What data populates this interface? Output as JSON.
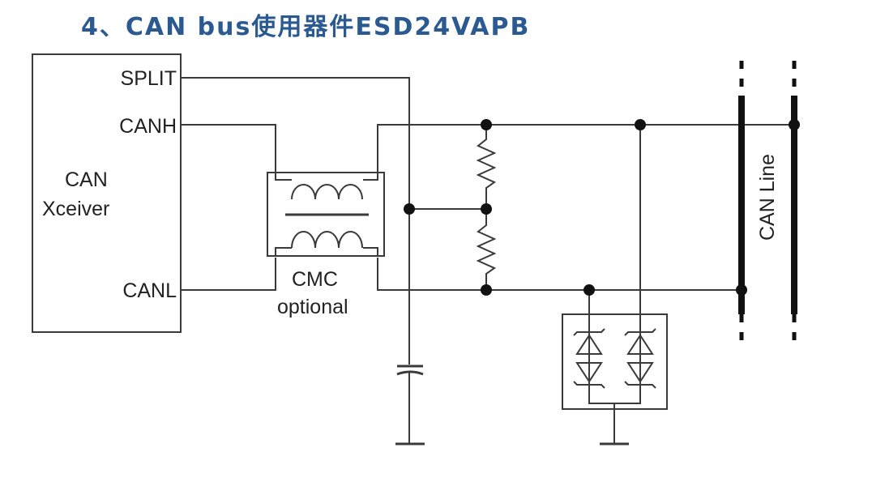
{
  "title": "4、CAN bus使用器件ESD24VAPB",
  "transceiver": {
    "name_line1": "CAN",
    "name_line2": "Xceiver",
    "pins": {
      "split": "SPLIT",
      "canh": "CANH",
      "canl": "CANL"
    }
  },
  "cmc": {
    "label_line1": "CMC",
    "label_line2": "optional"
  },
  "bus": {
    "label": "CAN Line"
  },
  "colors": {
    "title": "#2b5a92",
    "line": "#3a3a3a"
  },
  "icons": [
    "choke-icon",
    "resistor-icon",
    "capacitor-icon",
    "tvs-diode-icon",
    "ground-icon"
  ]
}
